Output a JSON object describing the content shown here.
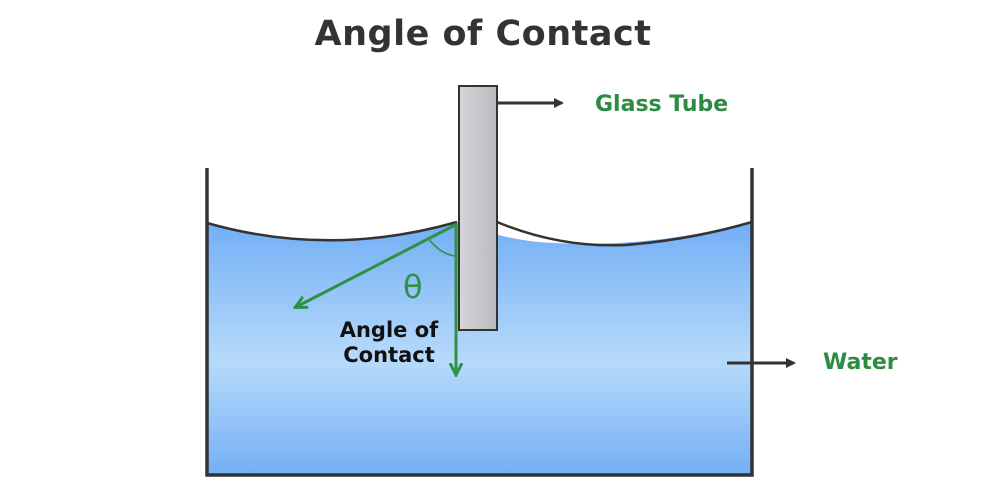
{
  "title": "Angle of Contact",
  "labels": {
    "glass_tube": "Glass Tube",
    "water": "Water",
    "theta": "θ",
    "angle_caption_line1": "Angle of",
    "angle_caption_line2": "Contact"
  },
  "colors": {
    "label_green": "#2e8b44",
    "arrow_green": "#2e9146",
    "outline": "#333333",
    "water_top": "#72aef5",
    "water_mid": "#b7dafb",
    "water_bottom": "#74b0f5"
  }
}
